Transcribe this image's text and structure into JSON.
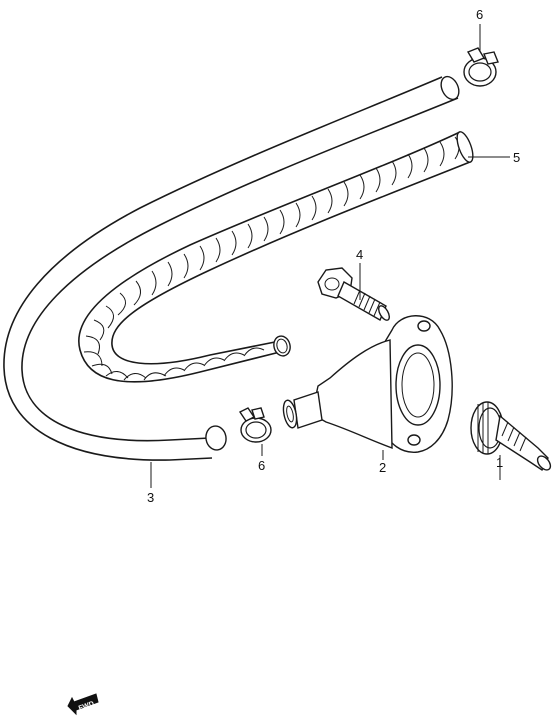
{
  "diagram": {
    "parts": [
      {
        "id": "1",
        "label": "1",
        "name": "plug-icon"
      },
      {
        "id": "2",
        "label": "2",
        "name": "housing-icon"
      },
      {
        "id": "3",
        "label": "3",
        "name": "hose-icon"
      },
      {
        "id": "4",
        "label": "4",
        "name": "bolt-icon"
      },
      {
        "id": "5",
        "label": "5",
        "name": "protector-icon"
      },
      {
        "id": "6a",
        "label": "6",
        "name": "clamp-icon"
      },
      {
        "id": "6b",
        "label": "6",
        "name": "clamp-icon"
      }
    ],
    "fwd_marker": {
      "label": "FWD",
      "icon": "arrow-left-icon"
    }
  }
}
